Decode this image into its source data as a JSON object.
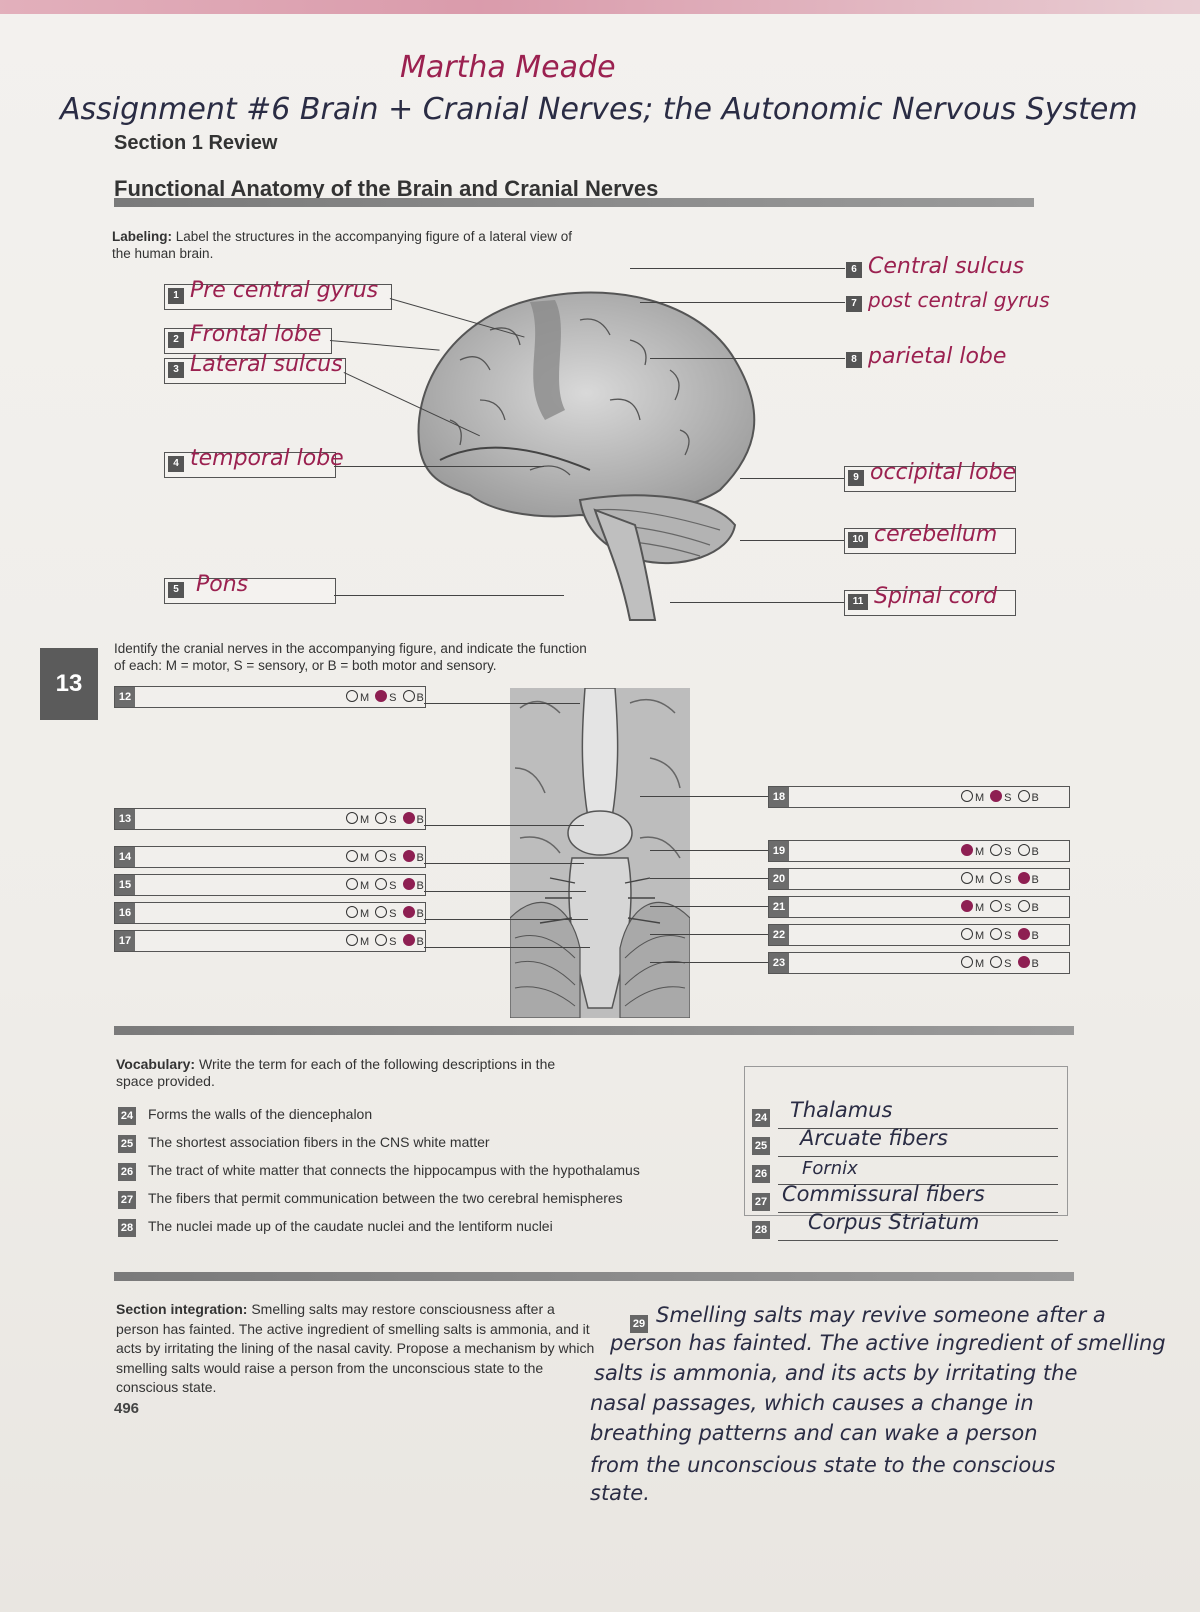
{
  "header": {
    "student_name": "Martha Meade",
    "assignment_title": "Assignment #6 Brain + Cranial Nerves; the Autonomic Nervous System",
    "section": "Section 1 Review",
    "title": "Functional Anatomy of the Brain and Cranial Nerves"
  },
  "labeling": {
    "heading": "Labeling:",
    "instruction": "Label the structures in the accompanying figure of a lateral view of the human brain.",
    "items": [
      {
        "num": "1",
        "answer": "Pre central gyrus"
      },
      {
        "num": "2",
        "answer": "Frontal lobe"
      },
      {
        "num": "3",
        "answer": "Lateral sulcus"
      },
      {
        "num": "4",
        "answer": "temporal lobe"
      },
      {
        "num": "5",
        "answer": "Pons"
      },
      {
        "num": "6",
        "answer": "Central sulcus"
      },
      {
        "num": "7",
        "answer": "post central gyrus"
      },
      {
        "num": "8",
        "answer": "parietal lobe"
      },
      {
        "num": "9",
        "answer": "occipital lobe"
      },
      {
        "num": "10",
        "answer": "cerebellum"
      },
      {
        "num": "11",
        "answer": "Spinal cord"
      }
    ]
  },
  "chapter_tab": "13",
  "cranial": {
    "instruction": "Identify the cranial nerves in the accompanying figure, and indicate the function of each: M = motor, S = sensory, or B = both motor and sensory.",
    "labels": {
      "m": "M",
      "s": "S",
      "b": "B"
    },
    "rows": [
      {
        "num": "12",
        "selected": "S"
      },
      {
        "num": "13",
        "selected": "B"
      },
      {
        "num": "14",
        "selected": "B"
      },
      {
        "num": "15",
        "selected": "B"
      },
      {
        "num": "16",
        "selected": "B"
      },
      {
        "num": "17",
        "selected": "B"
      },
      {
        "num": "18",
        "selected": "S"
      },
      {
        "num": "19",
        "selected": "M"
      },
      {
        "num": "20",
        "selected": "B"
      },
      {
        "num": "21",
        "selected": "M"
      },
      {
        "num": "22",
        "selected": "B"
      },
      {
        "num": "23",
        "selected": "B"
      }
    ]
  },
  "vocabulary": {
    "heading": "Vocabulary:",
    "instruction": "Write the term for each of the following descriptions in the space provided.",
    "items": [
      {
        "num": "24",
        "text": "Forms the walls of the diencephalon",
        "answer": "Thalamus"
      },
      {
        "num": "25",
        "text": "The shortest association fibers in the CNS white matter",
        "answer": "Arcuate fibers"
      },
      {
        "num": "26",
        "text": "The tract of white matter that connects the hippocampus with the hypothalamus",
        "answer": "Fornix"
      },
      {
        "num": "27",
        "text": "The fibers that permit communication between the two cerebral hemispheres",
        "answer": "Commissural fibers"
      },
      {
        "num": "28",
        "text": "The nuclei made up of the caudate nuclei and the lentiform nuclei",
        "answer": "Corpus Striatum"
      }
    ]
  },
  "integration": {
    "heading": "Section integration:",
    "prompt": "Smelling salts may restore consciousness after a person has fainted. The active ingredient of smelling salts is ammonia, and it acts by irritating the lining of the nasal cavity. Propose a mechanism by which smelling salts would raise a person from the unconscious state to the conscious state.",
    "num": "29",
    "answer_lines": [
      "Smelling salts may revive someone after a",
      "person has fainted. The active ingredient of smelling",
      "salts is ammonia, and its acts by irritating the",
      "nasal passages, which causes a change in",
      "breathing patterns and can wake a person",
      "from the unconscious state to the conscious",
      "state."
    ]
  },
  "page_number": "496"
}
